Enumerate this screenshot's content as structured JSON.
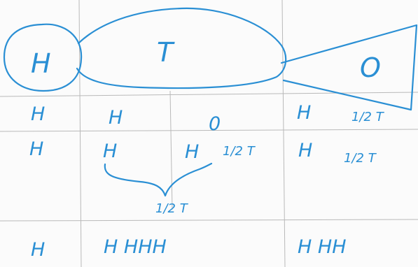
{
  "colors": {
    "ink": "#2a8fd4",
    "pencil": "#b9b9b9",
    "paper": "#fbfbfb"
  },
  "shapes": {
    "circle_label": "H",
    "oval_label": "T",
    "triangle_label": "O"
  },
  "rows": [
    {
      "c1": "H",
      "c2": "H",
      "c3": "0",
      "c4": "H",
      "c5": "1/2 T"
    },
    {
      "c1": "H",
      "c2": "H",
      "c3": "H",
      "c3b": "1/2 T",
      "c4": "H",
      "c5": "1/2 T"
    }
  ],
  "bracket_label": "1/2 T",
  "bottom_row": {
    "c1": "H",
    "c2": "H HHH",
    "c4": "H HH"
  }
}
